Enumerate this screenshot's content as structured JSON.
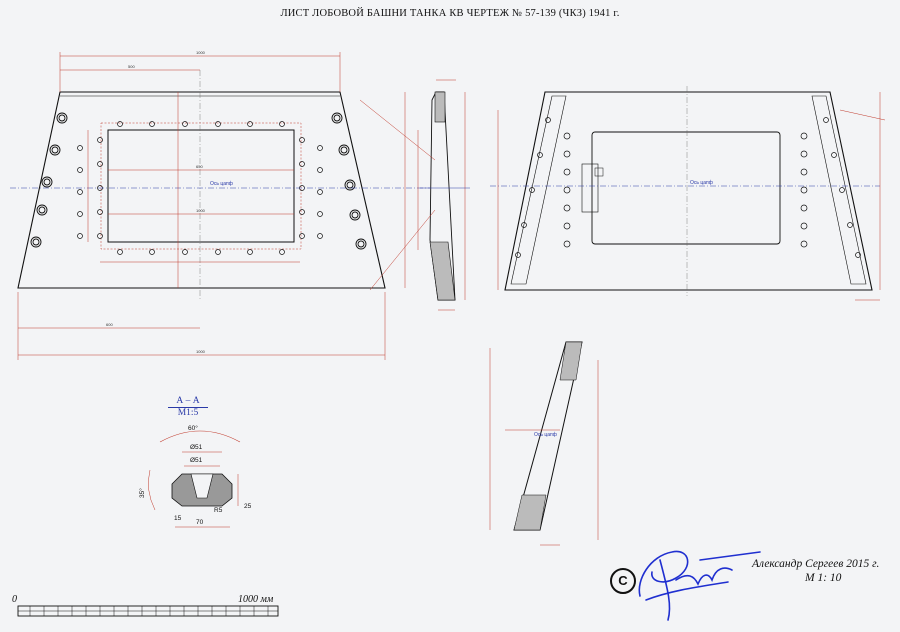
{
  "title": "ЛИСТ ЛОБОВОЙ БАШНИ ТАНКА КВ ЧЕРТЕЖ № 57-139 (ЧКЗ) 1941 г.",
  "axis_label": "Ось цапф",
  "section": {
    "name": "А – А",
    "scale": "М1:5",
    "angle_top": "60°",
    "diam_upper": "Ø51",
    "diam_lower": "Ø51",
    "angle_left": "35°",
    "dim_15": "15",
    "dim_70": "70",
    "dim_25": "25",
    "dim_r": "R5"
  },
  "author": "Александр Сергеев 2015 г.",
  "scale": "М 1: 10",
  "scalebar": {
    "start": "0",
    "end": "1000 мм"
  },
  "copyright_symbol": "C",
  "colors": {
    "lines": "#111111",
    "dimensions": "#c0392b",
    "axis": "#2a3aa8",
    "paper": "#f3f4f6"
  }
}
